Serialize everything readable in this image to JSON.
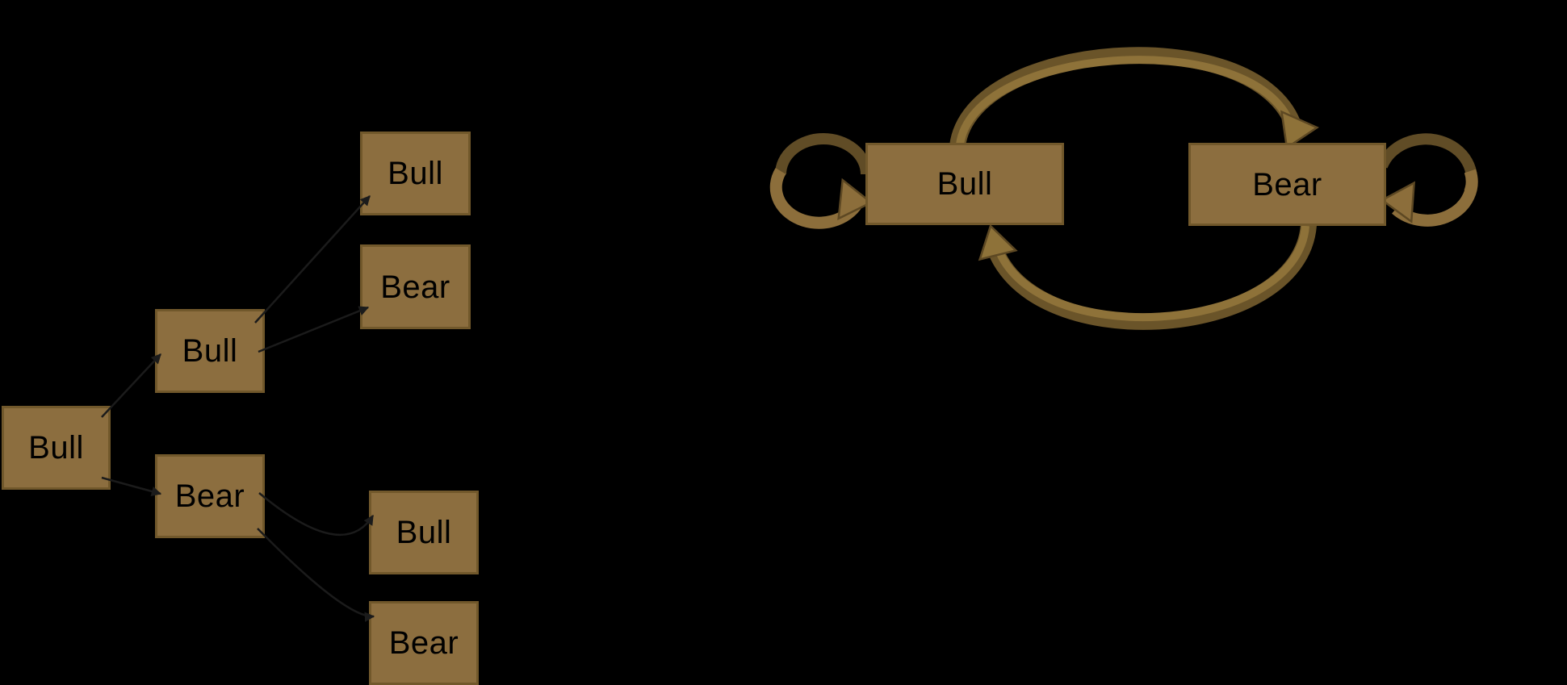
{
  "diagram": {
    "background_color": "#000000",
    "tree": {
      "root": {
        "label": "Bull"
      },
      "children": [
        {
          "label": "Bull"
        },
        {
          "label": "Bear"
        }
      ],
      "leaves": [
        {
          "label": "Bull"
        },
        {
          "label": "Bear"
        },
        {
          "label": "Bull"
        },
        {
          "label": "Bear"
        }
      ],
      "edges": [
        {
          "from": "root",
          "to": "child-0"
        },
        {
          "from": "root",
          "to": "child-1"
        },
        {
          "from": "child-0",
          "to": "leaf-0"
        },
        {
          "from": "child-0",
          "to": "leaf-1"
        },
        {
          "from": "child-1",
          "to": "leaf-2"
        },
        {
          "from": "child-1",
          "to": "leaf-3"
        }
      ]
    },
    "state_machine": {
      "states": [
        {
          "label": "Bull"
        },
        {
          "label": "Bear"
        }
      ],
      "transitions": [
        {
          "from": "Bull",
          "to": "Bear"
        },
        {
          "from": "Bear",
          "to": "Bull"
        },
        {
          "from": "Bull",
          "to": "Bull"
        },
        {
          "from": "Bear",
          "to": "Bear"
        }
      ]
    },
    "colors": {
      "box_fill": "#8C6E3F",
      "box_border": "#71582B",
      "arrow_dark": "#66512A",
      "arrow_light": "#8E7239",
      "arrow_outline": "#5D4823",
      "connector": "#1B1B1B"
    }
  }
}
